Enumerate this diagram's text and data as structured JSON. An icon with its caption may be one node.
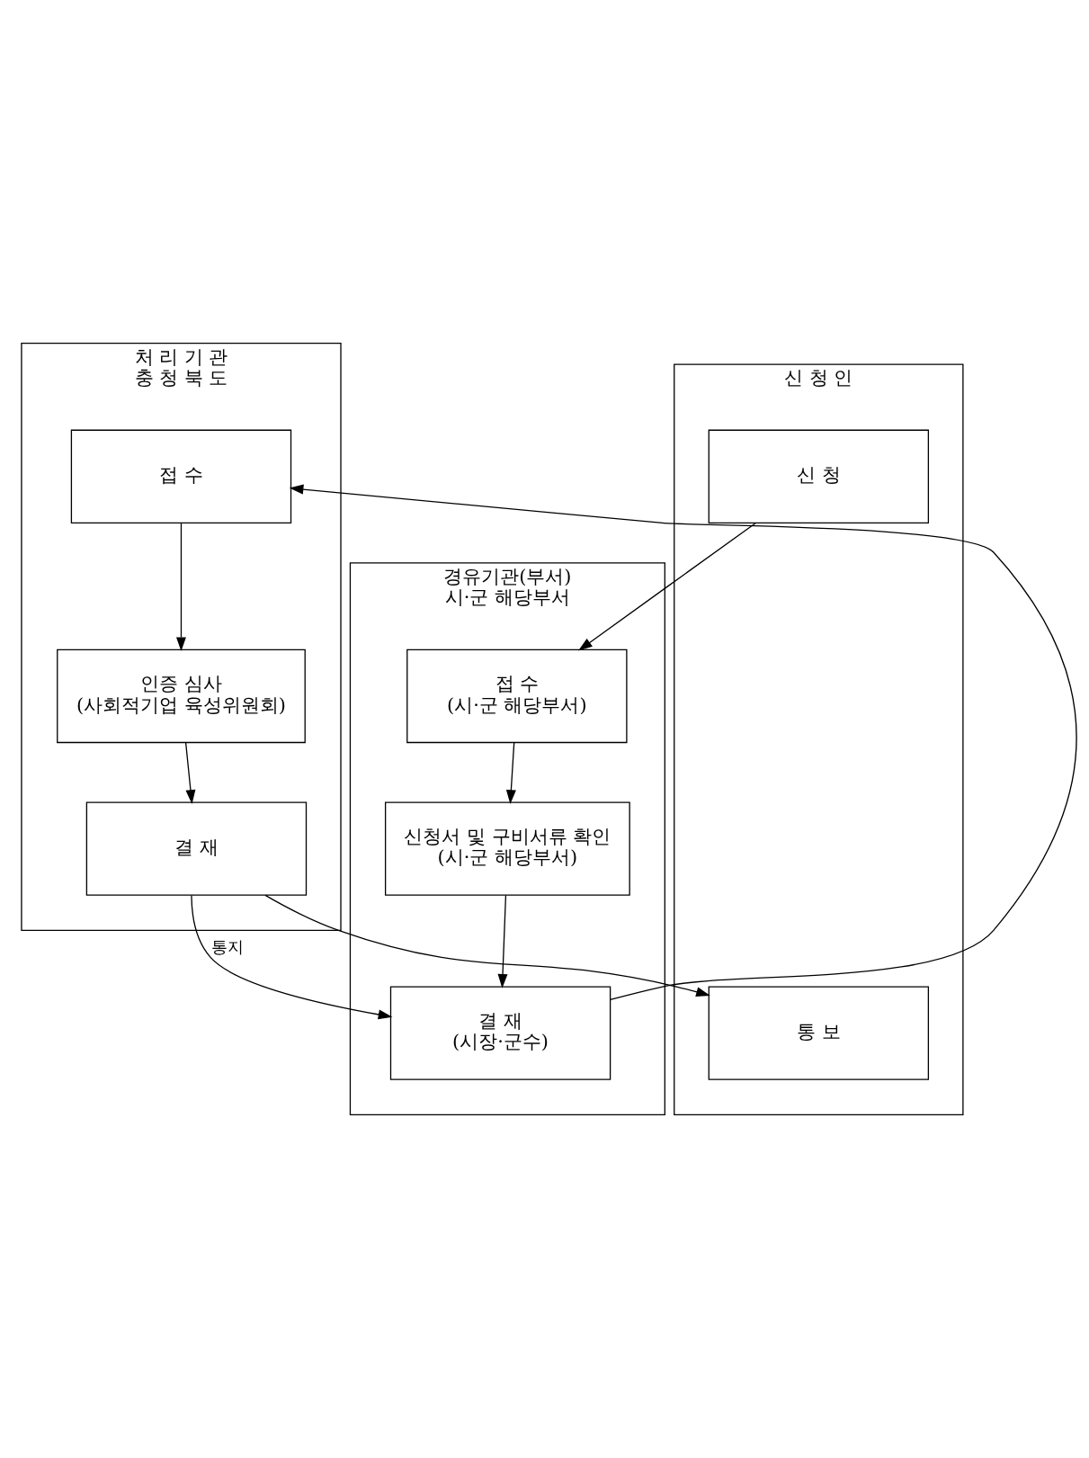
{
  "diagram": {
    "nodes": [
      {
        "text": [
          "신 청 인"
        ]
      },
      {
        "text": [
          "경유기관(부서)",
          "시·군 해당부서"
        ]
      },
      {
        "text": [
          "처 리 기 관",
          "충 청 북 도"
        ]
      },
      {
        "text": [
          "신 청"
        ],
        "in": 0
      },
      {
        "text": [
          "통 보"
        ],
        "in": 0
      },
      {
        "text": [
          "접 수",
          "(시·군 해당부서)"
        ],
        "in": 1
      },
      {
        "text": [
          "신청서 및 구비서류 확인",
          "(시·군 해당부서)"
        ],
        "in": 1
      },
      {
        "text": [
          "결 재",
          "(시장·군수)"
        ],
        "in": 1
      },
      {
        "text": [
          "접 수"
        ],
        "in": 2
      },
      {
        "text": [
          "인증 심사",
          "(사회적기업 육성위원회)"
        ],
        "in": 2
      },
      {
        "text": [
          "결 재"
        ],
        "in": 2
      }
    ],
    "edges": [
      {
        "from": 3,
        "to": 5,
        "arrow": "to"
      },
      {
        "from": 5,
        "to": 6,
        "arrow": "to"
      },
      {
        "from": 6,
        "to": 7,
        "arrow": "to"
      },
      {
        "from": 7,
        "to": 8,
        "arrow": "to"
      },
      {
        "from": 8,
        "to": 9,
        "arrow": "to"
      },
      {
        "from": 9,
        "to": 10,
        "arrow": "to"
      },
      {
        "from": 10,
        "to": 4,
        "arrow": "to"
      },
      {
        "from": 10,
        "to": 7,
        "arrow": "to",
        "label": "통지"
      }
    ]
  }
}
